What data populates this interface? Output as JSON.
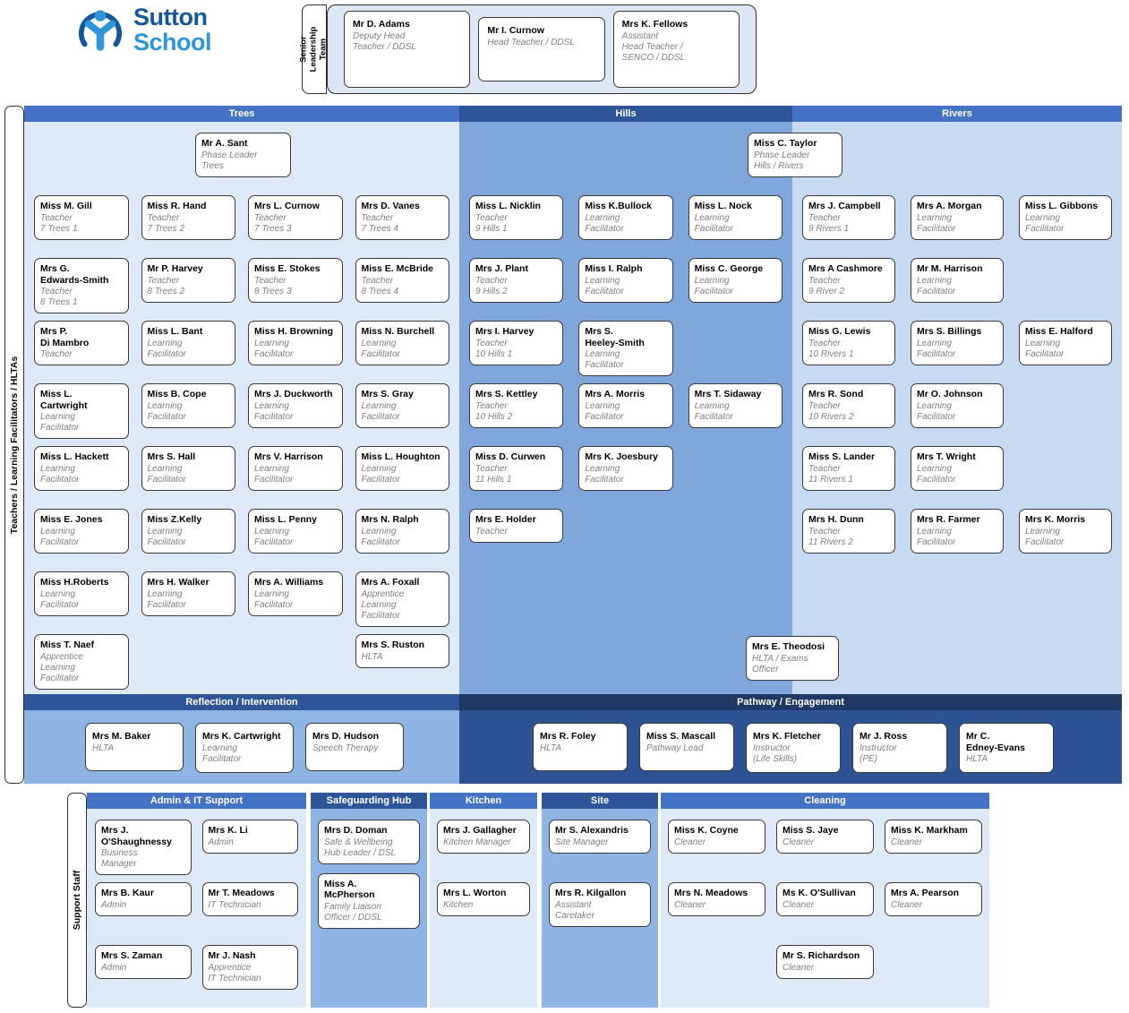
{
  "colors": {
    "header_mid": "#4472C4",
    "header_dark": "#2E5597",
    "header_navy": "#1F3864",
    "bg_trees": "#DEE9F7",
    "bg_hills": "#7FA7DB",
    "bg_rivers": "#C8DAF1",
    "bg_reflection": "#8DB4E2",
    "bg_pathway": "#2E5395",
    "panel_light": "#DEE9F7",
    "panel_mid": "#8DB4E2",
    "slt_bg": "#DCE6F4",
    "logo_dark": "#14579F",
    "logo_light": "#2D96D8"
  },
  "logo": {
    "line1": "Sutton",
    "line2": "School"
  },
  "slt": {
    "label": "Senior\nLeadership\nTeam",
    "cards": [
      {
        "name": "Mr D. Adams",
        "role": "Deputy Head\nTeacher / DDSL"
      },
      {
        "name": "Mr I. Curnow",
        "role": "Head Teacher / DDSL"
      },
      {
        "name": "Mrs K. Fellows",
        "role": "Assistant\nHead Teacher /\nSENCO / DDSL"
      }
    ]
  },
  "main": {
    "side_label": "Teachers / Learning Facilitators / HLTAs",
    "trees": {
      "header": "Trees",
      "phase_leader": {
        "name": "Mr A. Sant",
        "role": "Phase Leader\nTrees"
      },
      "grid": [
        {
          "name": "Miss M. Gill",
          "role": "Teacher\n7 Trees 1"
        },
        {
          "name": "Miss R. Hand",
          "role": "Teacher\n7 Trees 2"
        },
        {
          "name": "Mrs L. Curnow",
          "role": "Teacher\n7 Trees 3"
        },
        {
          "name": "Mrs D. Vanes",
          "role": "Teacher\n7 Trees 4"
        },
        {
          "name": "Mrs G.\nEdwards-Smith",
          "role": "Teacher\n8 Trees 1"
        },
        {
          "name": "Mr P. Harvey",
          "role": "Teacher\n8 Trees 2"
        },
        {
          "name": "Miss E. Stokes",
          "role": "Teacher\n8 Trees 3"
        },
        {
          "name": "Miss E. McBride",
          "role": "Teacher\n8 Trees 4"
        },
        {
          "name": "Mrs P.\nDi Mambro",
          "role": "Teacher"
        },
        {
          "name": "Miss L. Bant",
          "role": "Learning\nFacilitator"
        },
        {
          "name": "Miss H. Browning",
          "role": "Learning\nFacilitator"
        },
        {
          "name": "Miss N. Burchell",
          "role": "Learning\nFacilitator"
        },
        {
          "name": "Miss L.\nCartwright",
          "role": "Learning\nFacilitator"
        },
        {
          "name": "Miss B. Cope",
          "role": "Learning\nFacilitator"
        },
        {
          "name": "Mrs J. Duckworth",
          "role": "Learning\nFacilitator"
        },
        {
          "name": "Mrs S. Gray",
          "role": "Learning\nFacilitator"
        },
        {
          "name": "Miss L. Hackett",
          "role": "Learning\nFacilitator"
        },
        {
          "name": "Mrs S. Hall",
          "role": "Learning\nFacilitator"
        },
        {
          "name": "Mrs V. Harrison",
          "role": "Learning\nFacilitator"
        },
        {
          "name": "Miss L. Houghton",
          "role": "Learning\nFacilitator"
        },
        {
          "name": "Miss E. Jones",
          "role": "Learning\nFacilitator"
        },
        {
          "name": "Miss Z.Kelly",
          "role": "Learning\nFacilitator"
        },
        {
          "name": "Miss L. Penny",
          "role": "Learning\nFacilitator"
        },
        {
          "name": "Mrs N. Ralph",
          "role": "Learning\nFacilitator"
        },
        {
          "name": "Miss H.Roberts",
          "role": "Learning\nFacilitator"
        },
        {
          "name": "Mrs H. Walker",
          "role": "Learning\nFacilitator"
        },
        {
          "name": "Mrs A. Williams",
          "role": "Learning\nFacilitator"
        },
        {
          "name": "Mrs A. Foxall",
          "role": "Apprentice\nLearning\nFacilitator"
        },
        {
          "name": "Miss T. Naef",
          "role": "Apprentice\nLearning\nFacilitator"
        },
        null,
        null,
        {
          "name": "Mrs S. Ruston",
          "role": "HLTA"
        }
      ]
    },
    "hills": {
      "header": "Hills",
      "grid": [
        {
          "name": "Miss L. Nicklin",
          "role": "Teacher\n9 Hills 1"
        },
        {
          "name": "Miss K.Bullock",
          "role": "Learning\nFacilitator"
        },
        {
          "name": "Miss L. Nock",
          "role": "Learning\nFacilitator"
        },
        {
          "name": "Mrs J. Plant",
          "role": "Teacher\n9 Hills 2"
        },
        {
          "name": "Miss I. Ralph",
          "role": "Learning\nFacilitator"
        },
        {
          "name": "Miss C. George",
          "role": "Learning\nFacilitator"
        },
        {
          "name": "Mrs I. Harvey",
          "role": "Teacher\n10 Hills 1"
        },
        {
          "name": "Mrs S.\nHeeley-Smith",
          "role": "Learning\nFacilitator"
        },
        null,
        {
          "name": "Mrs S. Kettley",
          "role": "Teacher\n10 Hills 2"
        },
        {
          "name": "Mrs A. Morris",
          "role": "Learning\nFacilitator"
        },
        {
          "name": "Mrs T. Sidaway",
          "role": "Learning\nFacilitator"
        },
        {
          "name": "Miss D. Curwen",
          "role": "Teacher\n11 Hills 1"
        },
        {
          "name": "Mrs K. Joesbury",
          "role": "Learning\nFacilitator"
        },
        null,
        {
          "name": "Mrs E. Holder",
          "role": "Teacher"
        },
        null,
        null
      ]
    },
    "rivers": {
      "header": "Rivers",
      "grid": [
        {
          "name": "Mrs J. Campbell",
          "role": "Teacher\n9 Rivers 1"
        },
        {
          "name": "Mrs A. Morgan",
          "role": "Learning\nFacilitator"
        },
        {
          "name": "Miss L. Gibbons",
          "role": "Learning\nFacilitator"
        },
        {
          "name": "Mrs A Cashmore",
          "role": "Teacher\n9 River 2"
        },
        {
          "name": "Mr M. Harrison",
          "role": "Learning\nFacilitator"
        },
        null,
        {
          "name": "Miss G. Lewis",
          "role": "Teacher\n10 Rivers 1"
        },
        {
          "name": "Mrs S. Billings",
          "role": "Learning\nFacilitator"
        },
        {
          "name": "Miss E. Halford",
          "role": "Learning\nFacilitator"
        },
        {
          "name": "Mrs R. Sond",
          "role": "Teacher\n10 Rivers 2"
        },
        {
          "name": "Mr O. Johnson",
          "role": "Learning\nFacilitator"
        },
        null,
        {
          "name": "Miss S. Lander",
          "role": "Teacher\n11 Rivers 1"
        },
        {
          "name": "Mrs T. Wright",
          "role": "Learning\nFacilitator"
        },
        null,
        {
          "name": "Mrs H. Dunn",
          "role": "Teacher\n11 Rivers 2"
        },
        {
          "name": "Mrs R. Farmer",
          "role": "Learning\nFacilitator"
        },
        {
          "name": "Mrs K. Morris",
          "role": "Learning\nFacilitator"
        }
      ]
    },
    "taylor": {
      "name": "Miss C. Taylor",
      "role": "Phase Leader\nHills / Rivers"
    },
    "theodosi": {
      "name": "Mrs E. Theodosi",
      "role": "HLTA / Exams\nOfficer"
    },
    "reflection": {
      "header": "Reflection / Intervention",
      "cards": [
        {
          "name": "Mrs M. Baker",
          "role": "HLTA"
        },
        {
          "name": "Mrs K. Cartwright",
          "role": "Learning\nFacilitator"
        },
        {
          "name": "Mrs D. Hudson",
          "role": "Speech Therapy"
        }
      ]
    },
    "pathway": {
      "header": "Pathway / Engagement",
      "cards": [
        {
          "name": "Mrs R. Foley",
          "role": "HLTA"
        },
        {
          "name": "Miss S. Mascall",
          "role": "Pathway Lead"
        },
        {
          "name": "Mrs K. Fletcher",
          "role": "Instructor\n(Life Skills)"
        },
        {
          "name": "Mr J. Ross",
          "role": "Instructor\n(PE)"
        },
        {
          "name": "Mr C.\nEdney-Evans",
          "role": "HLTA"
        }
      ]
    }
  },
  "support": {
    "side_label": "Support Staff",
    "admin": {
      "header": "Admin & IT Support",
      "cards": [
        {
          "name": "Mrs J.\nO'Shaughnessy",
          "role": "Business\nManager"
        },
        {
          "name": "Mrs K. Li",
          "role": "Admin"
        },
        {
          "name": "Mrs B. Kaur",
          "role": "Admin"
        },
        {
          "name": "Mr T. Meadows",
          "role": "IT Technician"
        },
        {
          "name": "Mrs S. Zaman",
          "role": "Admin"
        },
        {
          "name": "Mr J. Nash",
          "role": "Apprentice\nIT Technician"
        }
      ]
    },
    "safeguarding": {
      "header": "Safeguarding Hub",
      "cards": [
        {
          "name": "Mrs D. Doman",
          "role": "Safe & Wellbeing\nHub Leader / DSL"
        },
        {
          "name": "Miss A.\nMcPherson",
          "role": "Family Liaison\nOfficer / DDSL"
        }
      ]
    },
    "kitchen": {
      "header": "Kitchen",
      "cards": [
        {
          "name": "Mrs J. Gallagher",
          "role": "Kitchen Manager"
        },
        {
          "name": "Mrs L. Worton",
          "role": "Kitchen"
        }
      ]
    },
    "site": {
      "header": "Site",
      "cards": [
        {
          "name": "Mr S. Alexandris",
          "role": "Site Manager"
        },
        {
          "name": "Mrs R. Kilgallon",
          "role": "Assistant\nCaretaker"
        }
      ]
    },
    "cleaning": {
      "header": "Cleaning",
      "cards": [
        {
          "name": "Miss K. Coyne",
          "role": "Cleaner"
        },
        {
          "name": "Miss S. Jaye",
          "role": "Cleaner"
        },
        {
          "name": "Miss K. Markham",
          "role": "Cleaner"
        },
        {
          "name": "Mrs N. Meadows",
          "role": "Cleaner"
        },
        {
          "name": "Ms K. O'Sullivan",
          "role": "Cleaner"
        },
        {
          "name": "Mrs A. Pearson",
          "role": "Cleaner"
        },
        null,
        {
          "name": "Mr S. Richardson",
          "role": "Cleaner"
        },
        null
      ]
    }
  }
}
